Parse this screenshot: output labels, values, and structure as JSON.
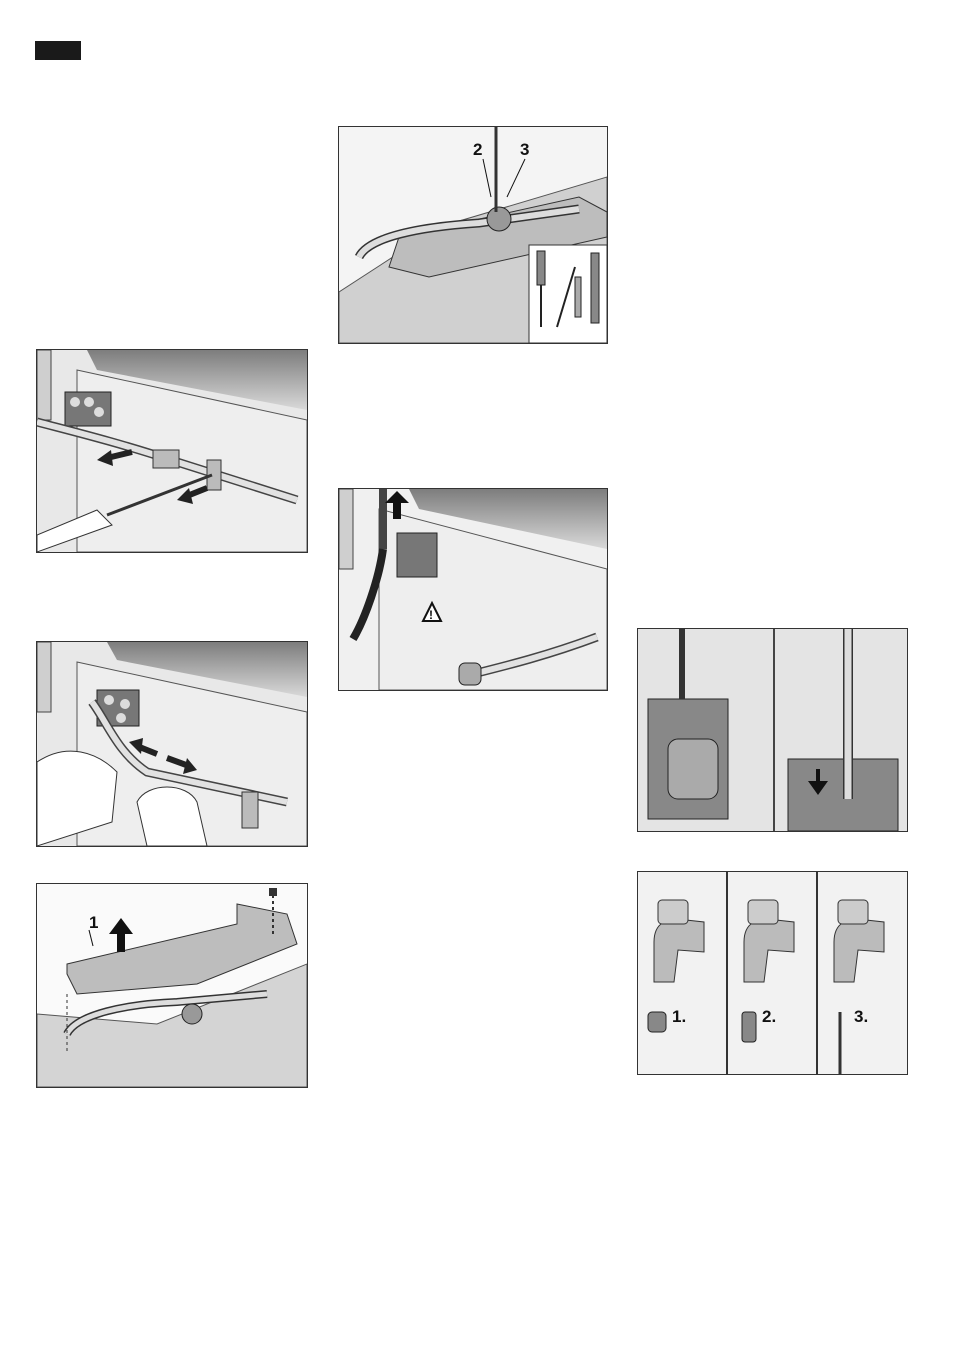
{
  "figures": {
    "detach_top": {
      "callouts": [
        "2",
        "3"
      ]
    },
    "cover_remove": {
      "callouts": [
        "1"
      ]
    },
    "tap_steps": {
      "callouts": [
        "1.",
        "2.",
        "3."
      ]
    }
  }
}
